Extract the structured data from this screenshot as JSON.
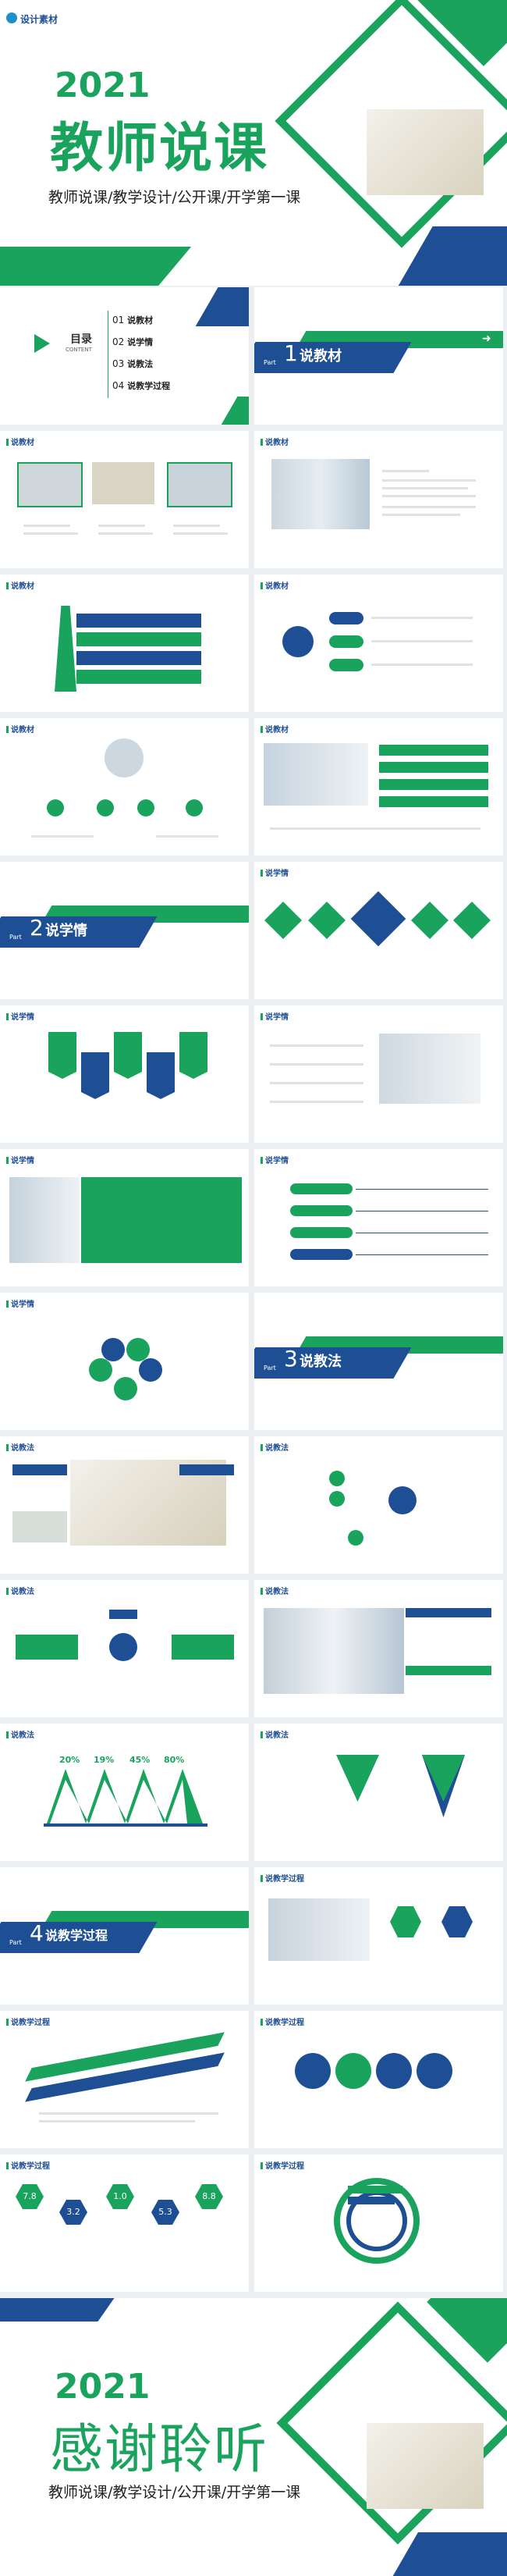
{
  "logo": {
    "text": "设计素材"
  },
  "cover": {
    "year": "2021",
    "title": "教师说课",
    "subtitle": "教师说课/教学设计/公开课/开学第一课"
  },
  "toc": {
    "title": "目录",
    "sub": "CONTENT",
    "items": [
      {
        "num": "01",
        "label": "说教材"
      },
      {
        "num": "02",
        "label": "说学情"
      },
      {
        "num": "03",
        "label": "说教法"
      },
      {
        "num": "04",
        "label": "说教学过程"
      }
    ]
  },
  "parts": [
    {
      "part": "Part",
      "num": "1",
      "title": "说教材"
    },
    {
      "part": "Part",
      "num": "2",
      "title": "说学情"
    },
    {
      "part": "Part",
      "num": "3",
      "title": "说教法"
    },
    {
      "part": "Part",
      "num": "4",
      "title": "说教学过程"
    }
  ],
  "section_titles": {
    "s1": "说教材",
    "s2": "说学情",
    "s3": "说教法",
    "s4": "说教学过程"
  },
  "percents": [
    "20%",
    "19%",
    "45%",
    "80%"
  ],
  "numbers": [
    "7.8",
    "3.2",
    "1.0",
    "5.3",
    "8.8"
  ],
  "closing": {
    "year": "2021",
    "title": "感谢聆听",
    "subtitle": "教师说课/教学设计/公开课/开学第一课"
  }
}
